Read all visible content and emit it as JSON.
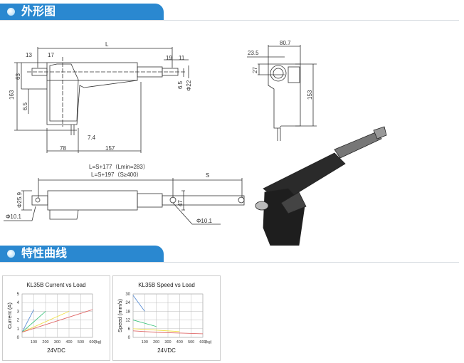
{
  "sections": [
    {
      "title": "外形图"
    },
    {
      "title": "特性曲线"
    }
  ],
  "dims": {
    "side": [
      "L",
      "13",
      "17",
      "19",
      "11",
      "63",
      "163",
      "6.5",
      "6.5",
      "Φ22",
      "7.4",
      "78",
      "157"
    ],
    "front": [
      "80.7",
      "23.5",
      "27",
      "153"
    ],
    "top": [
      "L=S+177（Lmin=283）",
      "L=S+197（S≥400）",
      "S",
      "Φ25.9",
      "47",
      "Φ10.1",
      "Φ10.1"
    ]
  },
  "chart_data": [
    {
      "type": "line",
      "title": "KL35B Current vs Load",
      "xlabel": "24VDC",
      "ylabel": "Current (A)",
      "x_unit": "(kg)",
      "xlim": [
        0,
        600
      ],
      "ylim": [
        0,
        5
      ],
      "xticks": [
        100,
        200,
        300,
        400,
        500,
        600
      ],
      "yticks": [
        0,
        1,
        2,
        3,
        4,
        5
      ],
      "grid": true,
      "series": [
        {
          "name": "blue",
          "color": "#5b8fd6",
          "points": [
            [
              0,
              0.6
            ],
            [
              100,
              3.2
            ]
          ]
        },
        {
          "name": "green",
          "color": "#3cc47c",
          "points": [
            [
              0,
              0.6
            ],
            [
              200,
              3.0
            ]
          ]
        },
        {
          "name": "yellow",
          "color": "#f0e04a",
          "points": [
            [
              0,
              0.6
            ],
            [
              400,
              3.0
            ]
          ]
        },
        {
          "name": "red",
          "color": "#e06a6a",
          "points": [
            [
              0,
              0.6
            ],
            [
              600,
              3.2
            ]
          ]
        }
      ]
    },
    {
      "type": "line",
      "title": "KL35B Speed vs Load",
      "xlabel": "24VDC",
      "ylabel": "Speed (mm/s)",
      "x_unit": "(kg)",
      "xlim": [
        0,
        600
      ],
      "ylim": [
        0,
        30
      ],
      "xticks": [
        100,
        200,
        300,
        400,
        500,
        600
      ],
      "yticks": [
        0,
        6,
        12,
        18,
        24,
        30
      ],
      "grid": true,
      "series": [
        {
          "name": "blue",
          "color": "#5b8fd6",
          "points": [
            [
              0,
              29
            ],
            [
              100,
              18
            ]
          ]
        },
        {
          "name": "green",
          "color": "#3cc47c",
          "points": [
            [
              0,
              12
            ],
            [
              200,
              7.5
            ]
          ]
        },
        {
          "name": "yellow",
          "color": "#f0e04a",
          "points": [
            [
              0,
              6
            ],
            [
              100,
              5.5
            ],
            [
              400,
              4
            ]
          ]
        },
        {
          "name": "red",
          "color": "#e06a6a",
          "points": [
            [
              0,
              4.5
            ],
            [
              200,
              3.5
            ],
            [
              400,
              3
            ],
            [
              600,
              2.5
            ]
          ]
        }
      ]
    }
  ]
}
